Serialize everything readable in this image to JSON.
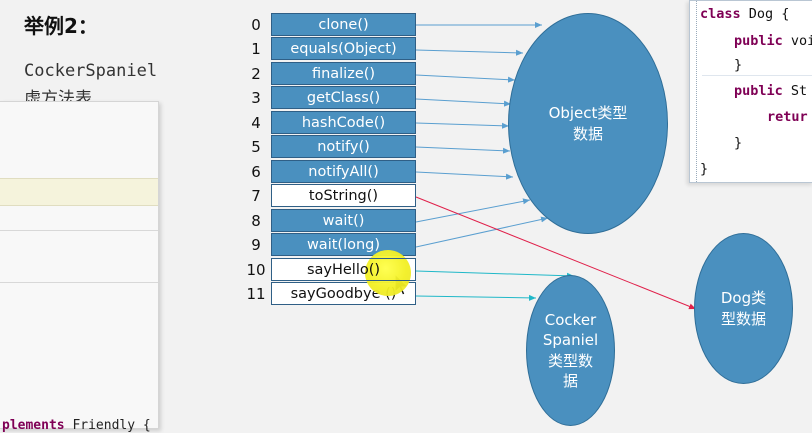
{
  "heading": "举例2：",
  "left_text": {
    "line1": "CockerSpaniel",
    "line2": "虚方法表"
  },
  "left_panel": {
    "bottom_code_keyword": "plements",
    "bottom_code_rest": " Friendly {"
  },
  "vtable": {
    "rows": [
      {
        "index": "0",
        "method": "clone()",
        "style": "blue"
      },
      {
        "index": "1",
        "method": "equals(Object)",
        "style": "blue"
      },
      {
        "index": "2",
        "method": "finalize()",
        "style": "blue"
      },
      {
        "index": "3",
        "method": "getClass()",
        "style": "blue"
      },
      {
        "index": "4",
        "method": "hashCode()",
        "style": "blue"
      },
      {
        "index": "5",
        "method": "notify()",
        "style": "blue"
      },
      {
        "index": "6",
        "method": "notifyAll()",
        "style": "blue"
      },
      {
        "index": "7",
        "method": "toString()",
        "style": "white"
      },
      {
        "index": "8",
        "method": "wait()",
        "style": "blue"
      },
      {
        "index": "9",
        "method": "wait(long)",
        "style": "blue"
      },
      {
        "index": "10",
        "method": "sayHello()",
        "style": "white"
      },
      {
        "index": "11",
        "method": "sayGoodbye ()",
        "style": "white"
      }
    ]
  },
  "ellipses": {
    "object": "Object类型\n数据",
    "cocker": "Cocker\nSpaniel\n类型数\n据",
    "dog": "Dog类\n型数据"
  },
  "code_panel": {
    "line1_kw": "class",
    "line1_rest": " Dog {",
    "line2_kw": "public",
    "line2_rest": " voi",
    "line3": "}",
    "line4_kw": "public",
    "line4_rest": " St",
    "line5_kw": "retur",
    "line6": "}",
    "line7": "}"
  },
  "colors": {
    "cell_blue": "#4a90bf",
    "ellipse_blue": "#4a90bf",
    "arrow_blue": "#5a9fd0",
    "arrow_cyan": "#20b8c8",
    "arrow_red": "#e0204a",
    "highlight_yellow": "#f2ef22"
  }
}
